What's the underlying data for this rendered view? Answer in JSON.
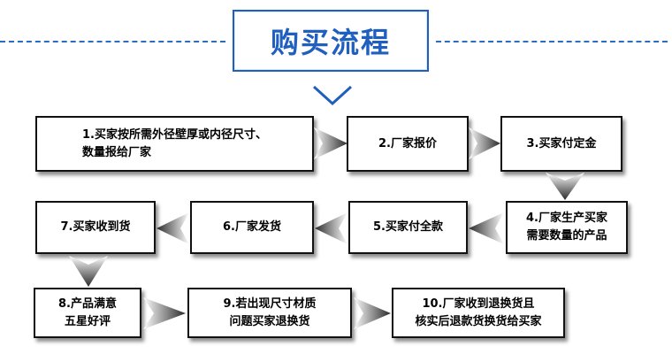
{
  "header": {
    "title": "购买流程"
  },
  "steps": [
    {
      "label": "1.买家按所需外径壁厚或内径尺寸、\n数量报给厂家"
    },
    {
      "label": "2.厂家报价"
    },
    {
      "label": "3.买家付定金"
    },
    {
      "label": "4.厂家生产买家\n需要数量的产品"
    },
    {
      "label": "5.买家付全款"
    },
    {
      "label": "6.厂家发货"
    },
    {
      "label": "7.买家收到货"
    },
    {
      "label": "8.产品满意\n五星好评"
    },
    {
      "label": "9.若出现尺寸材质\n问题买家退换货"
    },
    {
      "label": "10.厂家收到退换货且\n核实后退款货换货给买家"
    }
  ],
  "colors": {
    "accent": "#1f5fbf",
    "box_border": "#111111",
    "arrow": "#333333"
  }
}
